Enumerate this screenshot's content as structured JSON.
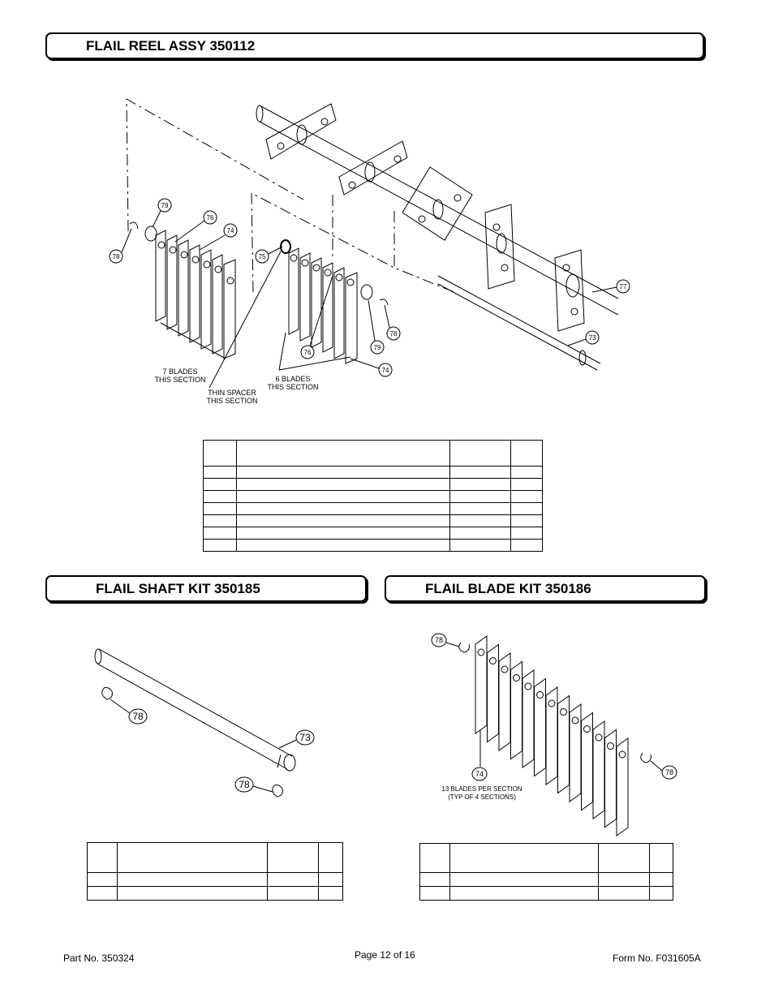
{
  "sections": {
    "reel": {
      "title": "FLAIL REEL ASSY 350112"
    },
    "shaft": {
      "title": "FLAIL SHAFT KIT 350185"
    },
    "blade": {
      "title": "FLAIL BLADE KIT 350186"
    }
  },
  "reel_callouts": {
    "c79a": "79",
    "c76a": "76",
    "c74a": "74",
    "c78a": "78",
    "c75": "75",
    "c77": "77",
    "c73": "73",
    "c78b": "78",
    "c79b": "79",
    "c76b": "76",
    "c74b": "74"
  },
  "reel_notes": {
    "seven_blades_1": "7 BLADES",
    "seven_blades_2": "THIS SECTION",
    "thin_spacer_1": "THIN SPACER",
    "thin_spacer_2": "THIS SECTION",
    "six_blades_1": "6 BLADES",
    "six_blades_2": "THIS SECTION"
  },
  "shaft_callouts": {
    "c78a": "78",
    "c73": "73",
    "c78b": "78"
  },
  "blade_callouts": {
    "c78a": "78",
    "c74": "74",
    "c78b": "78"
  },
  "blade_notes": {
    "line1": "13 BLADES PER SECTION",
    "line2": "(TYP OF 4 SECTIONS)"
  },
  "footer": {
    "part_no": "Part No. 350324",
    "page": "Page 12 of 16",
    "form_no": "Form No. F031605A"
  }
}
